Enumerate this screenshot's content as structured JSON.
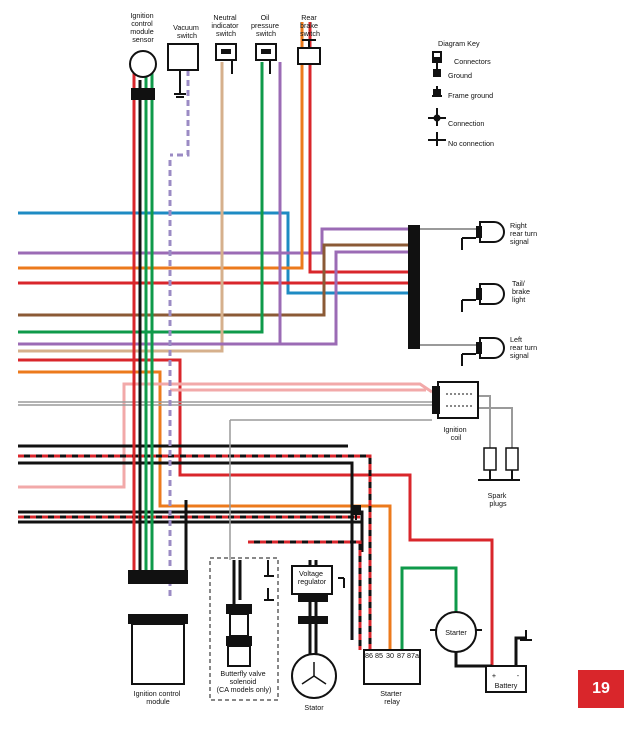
{
  "labels": {
    "ignition_sensor": [
      "Ignition",
      "control",
      "module",
      "sensor"
    ],
    "vacuum_switch": [
      "Vacuum",
      "switch"
    ],
    "neutral_switch": [
      "Neutral",
      "indicator",
      "switch"
    ],
    "oil_switch": [
      "Oil",
      "pressure",
      "switch"
    ],
    "brake_switch": [
      "Rear",
      "brake",
      "switch"
    ],
    "right_turn": [
      "Right",
      "rear turn",
      "signal"
    ],
    "tail_light": [
      "Tail/",
      "brake",
      "light"
    ],
    "left_turn": [
      "Left",
      "rear turn",
      "signal"
    ],
    "ignition_coil": [
      "Ignition",
      "coil"
    ],
    "spark_plugs": [
      "Spark",
      "plugs"
    ],
    "voltage_regulator": [
      "Voltage",
      "regulator"
    ],
    "butterfly_valve": [
      "Butterfly valve",
      "solenoid",
      "(CA models only)"
    ],
    "stator": "Stator",
    "starter_relay": [
      "Starter",
      "relay"
    ],
    "starter": "Starter",
    "battery": "Battery",
    "battery_plus": "+",
    "battery_minus": "-",
    "ignition_module": [
      "Ignition control",
      "module"
    ],
    "relay_pins": [
      "86",
      "85",
      "30",
      "87",
      "87a"
    ]
  },
  "key": {
    "title": "Diagram Key",
    "items": [
      "Connectors",
      "Ground",
      "Frame ground",
      "Connection",
      "No connection"
    ]
  },
  "page_number": "19",
  "colors": {
    "red": "#d9262b",
    "green": "#0f9a4a",
    "blue": "#1e8bc3",
    "purple": "#9b6bb5",
    "orange": "#ec7a1c",
    "tan": "#d6b08c",
    "brown": "#8b5a35",
    "pink": "#f2a9a9",
    "black": "#111111",
    "gray": "#9a9a9a",
    "lavender": "#9b8bc4"
  }
}
